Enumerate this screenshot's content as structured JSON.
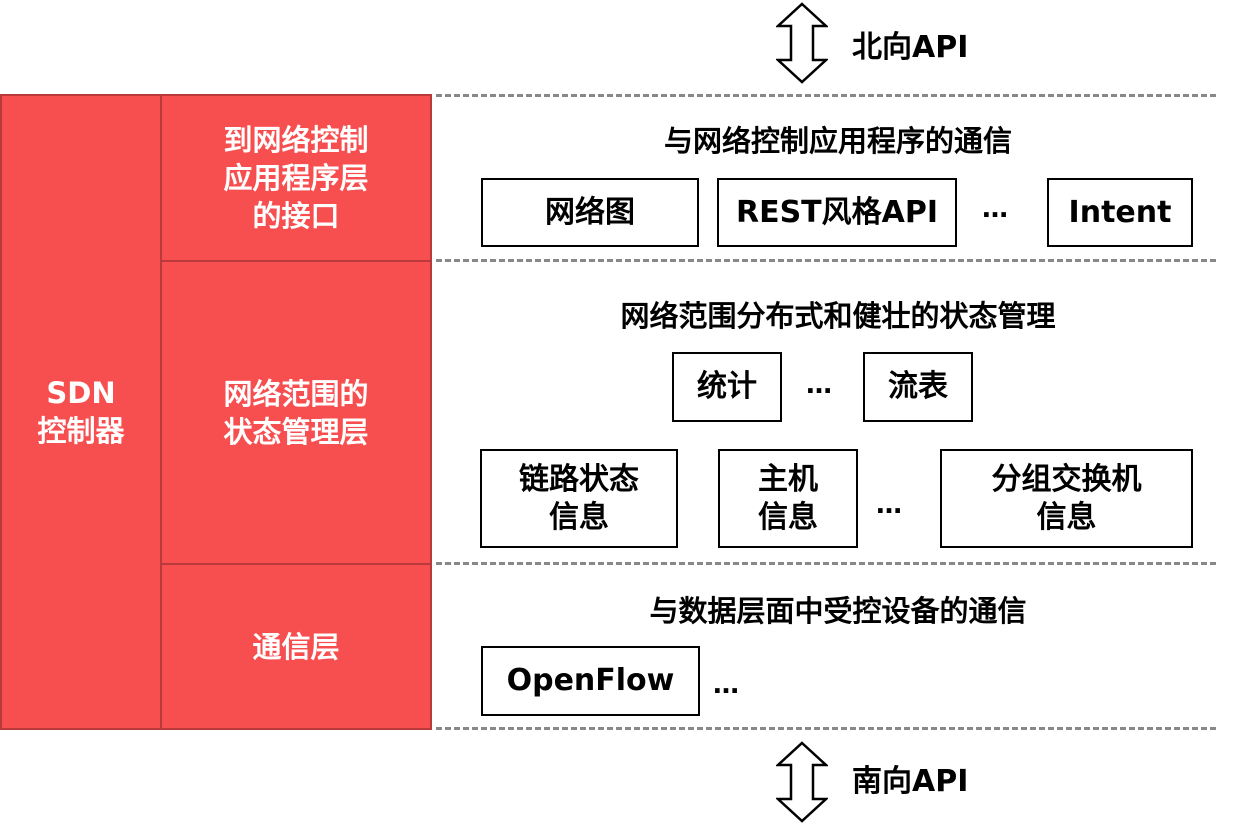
{
  "controller": {
    "label": "SDN\n控制器",
    "color": "#f74f50",
    "layers": [
      {
        "label": "到网络控制\n应用程序层\n的接口"
      },
      {
        "label": "网络范围的\n状态管理层"
      },
      {
        "label": "通信层"
      }
    ]
  },
  "north_api": "北向API",
  "south_api": "南向API",
  "sections": {
    "interface": {
      "heading": "与网络控制应用程序的通信",
      "boxes": [
        "网络图",
        "REST风格API",
        "Intent"
      ],
      "ellipsis": "…"
    },
    "state": {
      "heading": "网络范围分布式和健壮的状态管理",
      "row1": [
        "统计",
        "流表"
      ],
      "row1_ellipsis": "…",
      "row2": [
        "链路状态\n信息",
        "主机\n信息",
        "分组交换机\n信息"
      ],
      "row2_ellipsis": "…"
    },
    "comm": {
      "heading": "与数据层面中受控设备的通信",
      "boxes": [
        "OpenFlow"
      ],
      "ellipsis": "…"
    }
  }
}
